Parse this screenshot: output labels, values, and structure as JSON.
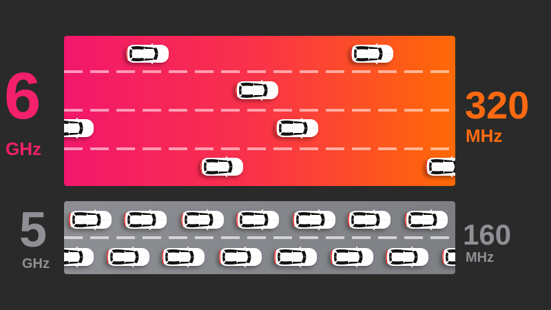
{
  "band_6ghz": {
    "value": "6",
    "unit": "GHz",
    "bandwidth": "320",
    "bandwidth_unit": "MHz",
    "color": "#f4206b",
    "bandwidth_color": "#ff6a10",
    "lanes": 4,
    "cars": 7
  },
  "band_5ghz": {
    "value": "5",
    "unit": "GHz",
    "bandwidth": "160",
    "bandwidth_unit": "MHz",
    "color": "#8e9095",
    "lanes": 2,
    "cars": 15
  }
}
